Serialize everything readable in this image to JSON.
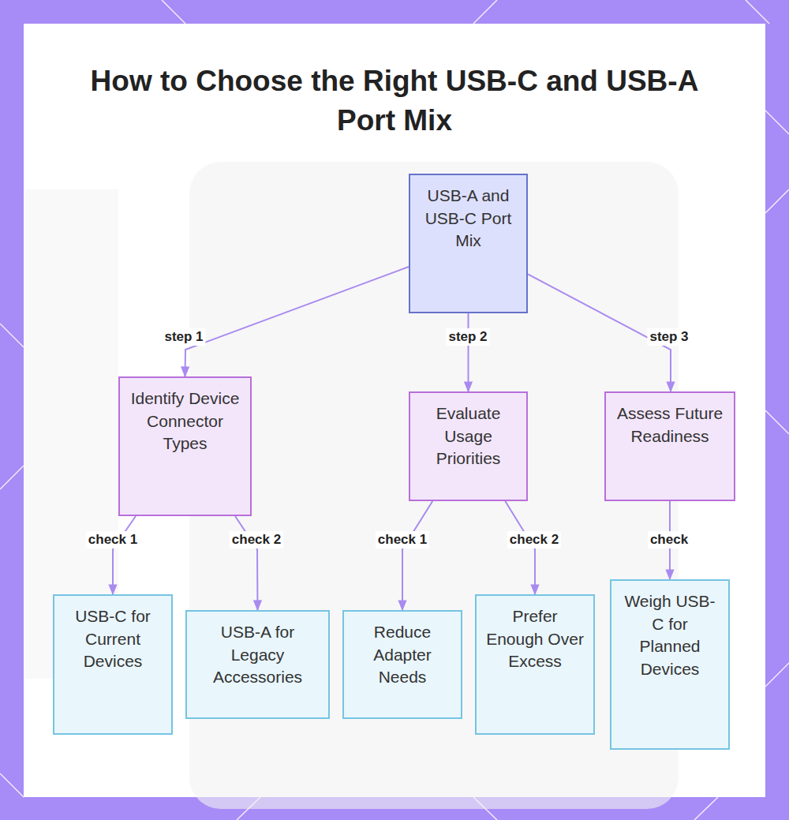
{
  "diagram": {
    "title": "How to Choose the Right USB-C and USB-A Port Mix",
    "nodes": [
      {
        "text": [
          "USB-A and USB-C Port Mix"
        ]
      },
      {
        "text": [
          "Identify Device Connector Types"
        ]
      },
      {
        "text": [
          "Evaluate Usage Priorities"
        ]
      },
      {
        "text": [
          "Assess Future Readiness"
        ]
      },
      {
        "text": [
          "USB-C for Current Devices"
        ]
      },
      {
        "text": [
          "USB-A for Legacy Accessories"
        ]
      },
      {
        "text": [
          "Reduce Adapter Needs"
        ]
      },
      {
        "text": [
          "Prefer Enough Over Excess"
        ]
      },
      {
        "text": [
          "Weigh USB-C for Planned Devices"
        ]
      }
    ],
    "edges": [
      {
        "from": 0,
        "to": 1,
        "arrow": "to",
        "label": "step 1"
      },
      {
        "from": 0,
        "to": 2,
        "arrow": "to",
        "label": "step 2"
      },
      {
        "from": 0,
        "to": 3,
        "arrow": "to",
        "label": "step 3"
      },
      {
        "from": 1,
        "to": 4,
        "arrow": "to",
        "label": "check 1"
      },
      {
        "from": 1,
        "to": 5,
        "arrow": "to",
        "label": "check 2"
      },
      {
        "from": 2,
        "to": 6,
        "arrow": "to",
        "label": "check 1"
      },
      {
        "from": 2,
        "to": 7,
        "arrow": "to",
        "label": "check 2"
      },
      {
        "from": 3,
        "to": 8,
        "arrow": "to",
        "label": "check"
      }
    ]
  }
}
